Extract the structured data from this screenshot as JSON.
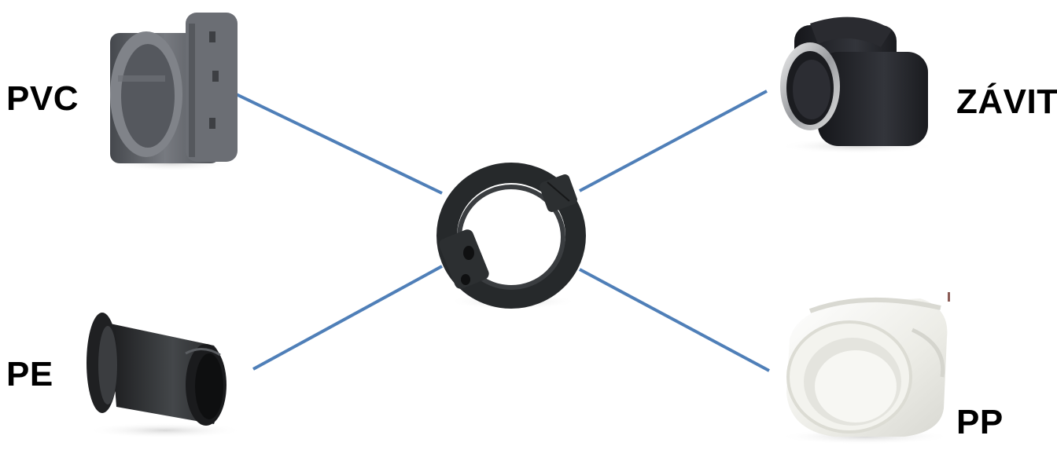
{
  "labels": {
    "pvc": "PVC",
    "pe": "PE",
    "zavit": "ZÁVIT",
    "pp": "PP"
  },
  "colors": {
    "connector_line": "#4f7fb8",
    "pvc_part": "#5e6167",
    "pe_part": "#2f3133",
    "zavit_part": "#1e1f24",
    "pp_part": "#efefe9",
    "center_ring": "#26292b"
  },
  "icons": {
    "center": "clamp-ring-icon",
    "pvc": "pvc-flange-adapter-icon",
    "pe": "pe-stub-end-icon",
    "zavit": "threaded-adapter-icon",
    "pp": "pp-flange-adapter-icon"
  }
}
